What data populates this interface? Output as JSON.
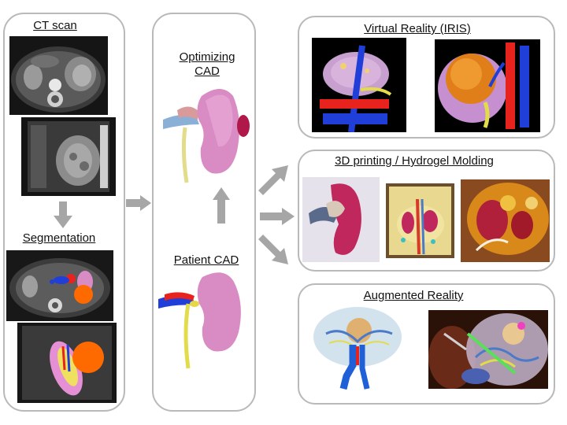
{
  "col_left": {
    "ct_label": "CT scan",
    "seg_label": "Segmentation"
  },
  "col_middle": {
    "opt_label_line1": "Optimizing",
    "opt_label_line2": "CAD",
    "patient_label": "Patient CAD"
  },
  "col_right": {
    "vr_label": "Virtual Reality (IRIS)",
    "print_label": "3D printing / Hydrogel Molding",
    "ar_label": "Augmented Reality"
  },
  "colors": {
    "panel_border": "#b9b9b9",
    "arrow_fill": "#a6a6a6",
    "kidney_pink": "#d98bc4",
    "tumor_orange": "#ff6a00",
    "artery_red": "#e8231d",
    "vein_blue": "#1f3fd8",
    "ureter_yellow": "#e7d84a"
  }
}
